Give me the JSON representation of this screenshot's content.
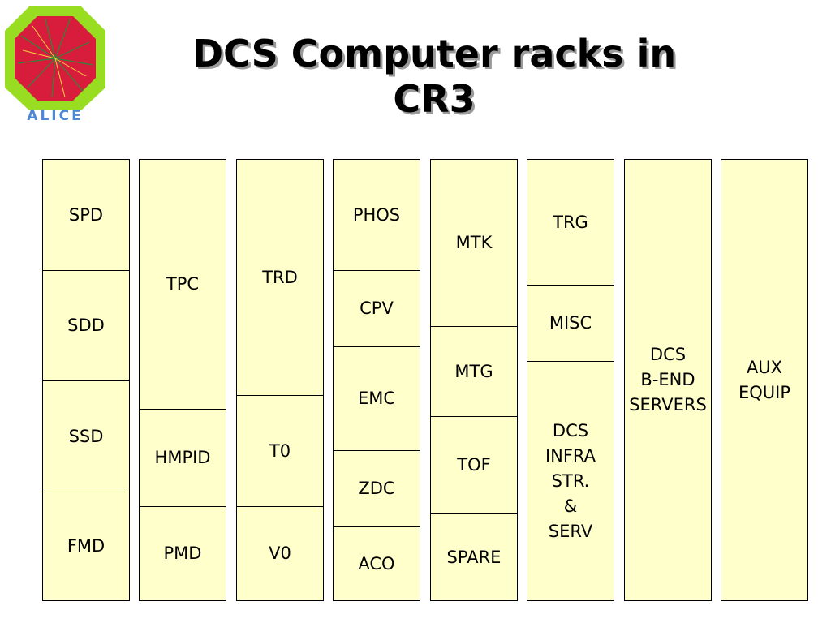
{
  "slide": {
    "title_line1": "DCS Computer racks in",
    "title_line2": "CR3"
  },
  "logo": {
    "text": "ALICE",
    "colors": {
      "frame": "#99dd22",
      "octagon": "#d81c3c",
      "text": "#4d88d8"
    }
  },
  "colors": {
    "rack_fill": "#ffffcc",
    "rack_border": "#000000"
  },
  "racks": [
    {
      "slots": [
        {
          "label": "SPD"
        },
        {
          "label": "SDD"
        },
        {
          "label": "SSD"
        },
        {
          "label": "FMD"
        }
      ]
    },
    {
      "slots": [
        {
          "label": "TPC"
        },
        {
          "label": "HMPID"
        },
        {
          "label": "PMD"
        }
      ]
    },
    {
      "slots": [
        {
          "label": "TRD"
        },
        {
          "label": "T0"
        },
        {
          "label": "V0"
        }
      ]
    },
    {
      "slots": [
        {
          "label": "PHOS"
        },
        {
          "label": "CPV"
        },
        {
          "label": "EMC"
        },
        {
          "label": "ZDC"
        },
        {
          "label": "ACO"
        }
      ]
    },
    {
      "slots": [
        {
          "label": "MTK"
        },
        {
          "label": "MTG"
        },
        {
          "label": "TOF"
        },
        {
          "label": "SPARE"
        }
      ]
    },
    {
      "slots": [
        {
          "label": "TRG"
        },
        {
          "label": "MISC"
        },
        {
          "label": "DCS\nINFRA\nSTR.\n&\nSERV"
        }
      ]
    },
    {
      "slots": [
        {
          "label": "DCS\nB-END\nSERVERS"
        }
      ]
    },
    {
      "slots": [
        {
          "label": "AUX\nEQUIP"
        }
      ]
    }
  ]
}
